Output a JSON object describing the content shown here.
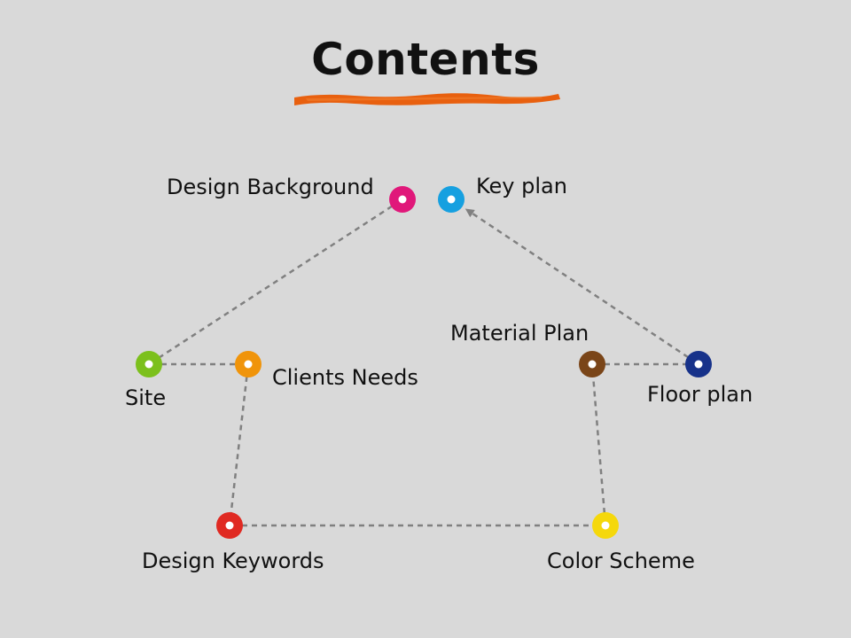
{
  "title": "Contents",
  "colors": {
    "background": "#d9d9d9",
    "underline": "#e8600f",
    "connector": "#808080"
  },
  "nodes": [
    {
      "id": "design-background",
      "label": "Design Background",
      "color": "#e0187a"
    },
    {
      "id": "key-plan",
      "label": "Key plan",
      "color": "#16a0e0"
    },
    {
      "id": "site",
      "label": "Site",
      "color": "#7cc01c"
    },
    {
      "id": "clients-needs",
      "label": "Clients Needs",
      "color": "#f0940a"
    },
    {
      "id": "material-plan",
      "label": "Material Plan",
      "color": "#7a4518"
    },
    {
      "id": "floor-plan",
      "label": "Floor plan",
      "color": "#17328a"
    },
    {
      "id": "design-keywords",
      "label": "Design Keywords",
      "color": "#e02a22"
    },
    {
      "id": "color-scheme",
      "label": "Color Scheme",
      "color": "#f5d80c"
    }
  ],
  "edges": [
    {
      "from": "design-background",
      "to": "site"
    },
    {
      "from": "site",
      "to": "clients-needs"
    },
    {
      "from": "clients-needs",
      "to": "design-keywords"
    },
    {
      "from": "design-keywords",
      "to": "color-scheme"
    },
    {
      "from": "color-scheme",
      "to": "material-plan"
    },
    {
      "from": "material-plan",
      "to": "floor-plan"
    },
    {
      "from": "floor-plan",
      "to": "key-plan",
      "arrow": true
    }
  ]
}
